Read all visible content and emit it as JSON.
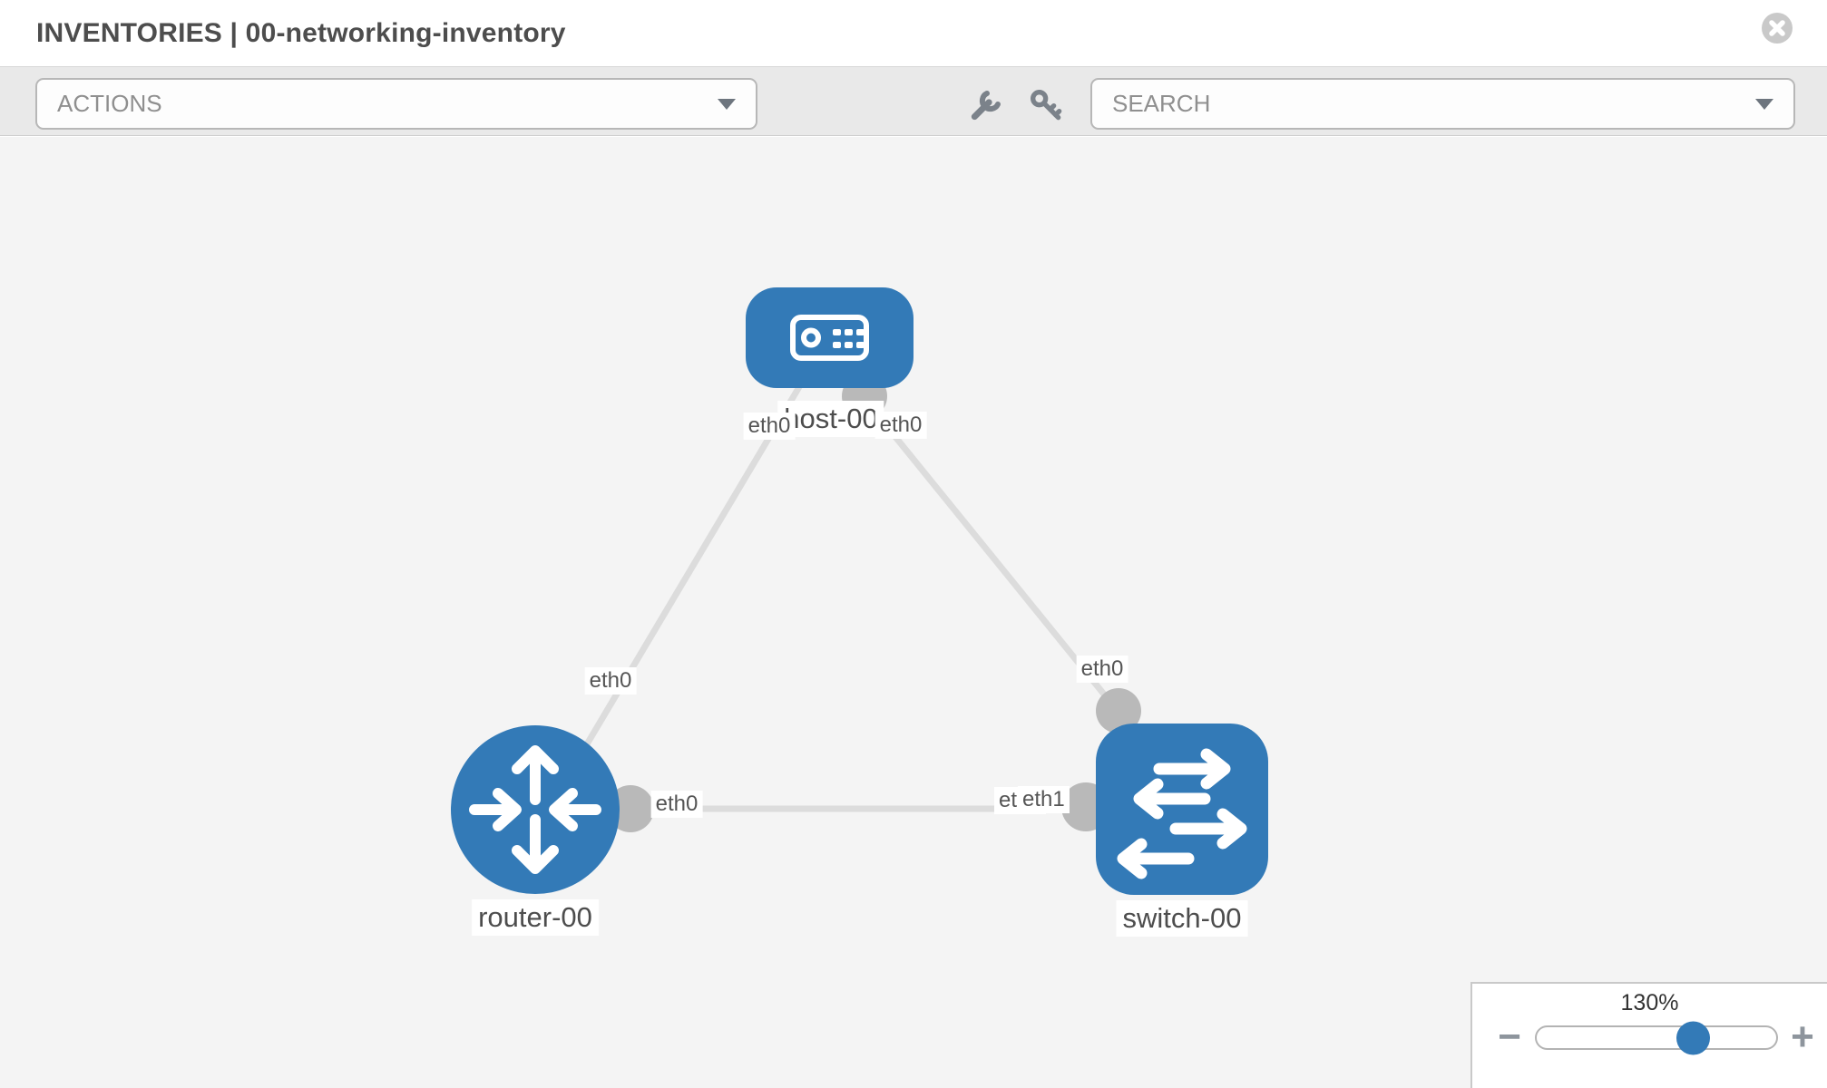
{
  "header": {
    "title": "INVENTORIES | 00-networking-inventory"
  },
  "toolbar": {
    "actions_label": "ACTIONS",
    "search_label": "SEARCH",
    "icons": [
      "wrench-icon",
      "key-icon"
    ]
  },
  "topology": {
    "nodes": [
      {
        "label": "host-00",
        "type": "host"
      },
      {
        "label": "router-00",
        "type": "router"
      },
      {
        "label": "switch-00",
        "type": "switch"
      }
    ],
    "links": [
      {
        "source": "host-00",
        "source_if": "eth0",
        "target": "router-00",
        "target_if": "eth0"
      },
      {
        "source": "host-00",
        "source_if": "eth0",
        "target": "switch-00",
        "target_if": "eth0"
      },
      {
        "source": "router-00",
        "source_if": "eth0",
        "target": "switch-00",
        "target_if": "eth1"
      }
    ],
    "eth_labels": [
      {
        "text": "eth0"
      },
      {
        "text": "eth0"
      },
      {
        "text": "eth0"
      },
      {
        "text": "eth0"
      },
      {
        "text": "eth0"
      },
      {
        "text": "eth0"
      },
      {
        "text": "eth1"
      }
    ]
  },
  "zoom_control": {
    "value": "130%",
    "minus": "−",
    "plus": "+"
  },
  "colors": {
    "node_blue": "#337ab7",
    "link_gray": "#dcdcdc",
    "interface_dot_gray": "#b9b9b9",
    "toolbar_gray": "#e9e9e9",
    "canvas_gray": "#f4f4f4",
    "title_gray": "#4d4d4d"
  }
}
